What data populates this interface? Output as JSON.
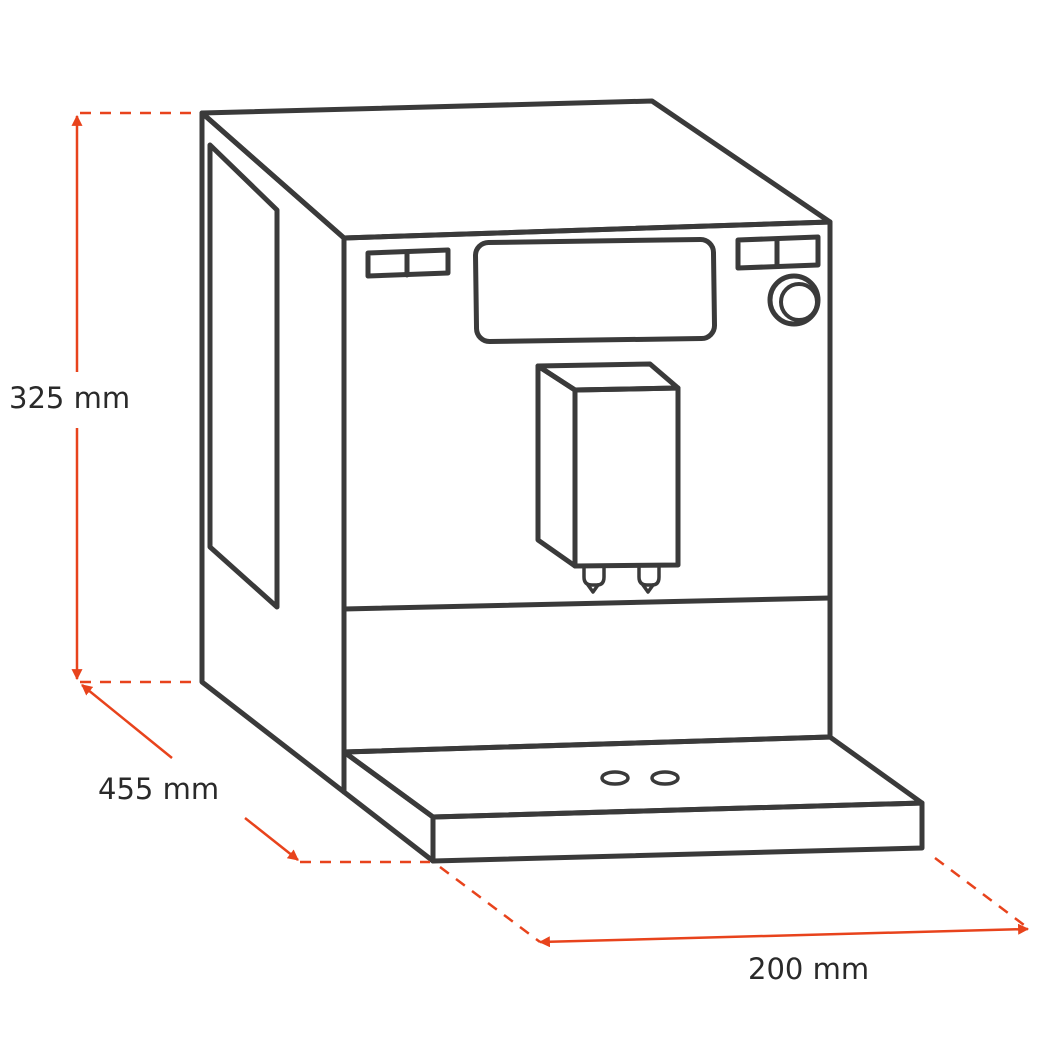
{
  "dimensions": {
    "height_label": "325 mm",
    "depth_label": "455 mm",
    "width_label": "200 mm"
  },
  "colors": {
    "outline": "#3a3a3a",
    "dimension_lines": "#e8431c",
    "text": "#2a2a2a"
  }
}
